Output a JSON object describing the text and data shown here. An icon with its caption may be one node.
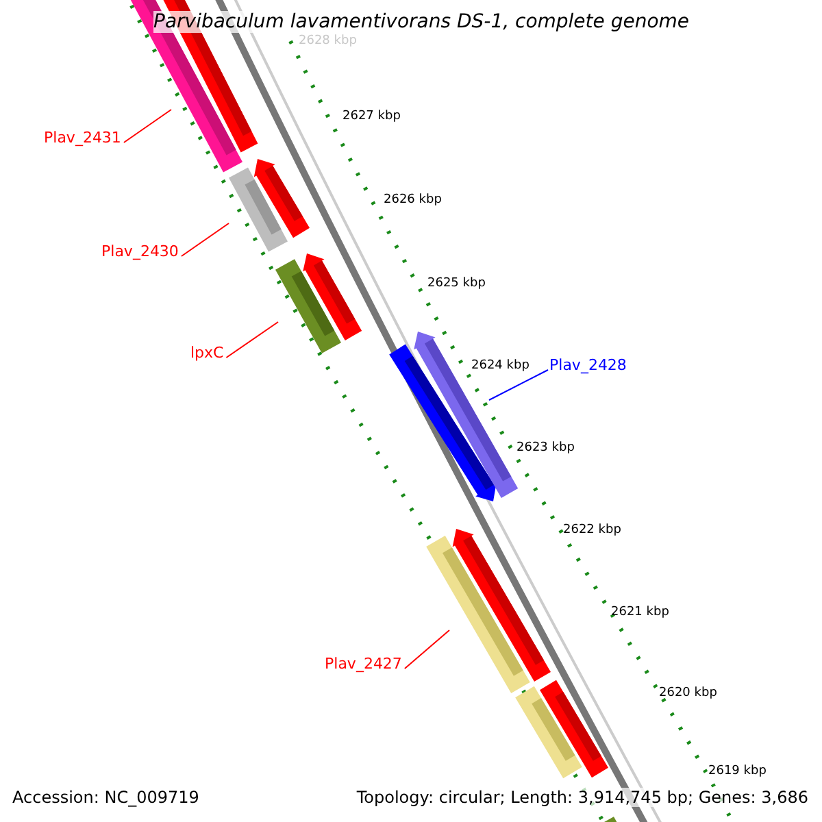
{
  "diagram": {
    "title": "Parvibaculum lavamentivorans DS-1, complete genome",
    "nodes": [
      {
        "text": [
          "Plav_2431"
        ]
      },
      {
        "text": [],
        "shape": "bar"
      },
      {
        "text": [],
        "shape": "bar"
      },
      {
        "text": [],
        "shape": "bar"
      },
      {
        "text": [
          "Plav_2430"
        ]
      },
      {
        "text": [],
        "shape": "bar"
      },
      {
        "text": [],
        "shape": "bar"
      },
      {
        "text": [
          "lpxC"
        ]
      },
      {
        "text": [],
        "shape": "bar"
      },
      {
        "text": [],
        "shape": "bar"
      },
      {
        "text": [],
        "shape": "bar"
      },
      {
        "text": [
          "Plav_2428"
        ]
      },
      {
        "text": [
          "Plav_2427"
        ]
      },
      {
        "text": [],
        "shape": "bar"
      },
      {
        "text": [],
        "shape": "bar"
      },
      {
        "text": [],
        "shape": "bar"
      },
      {
        "text": [],
        "shape": "bar"
      },
      {
        "text": [],
        "shape": "bar"
      }
    ],
    "edges": [
      {
        "from": 0,
        "to": 1,
        "arrow": "none"
      },
      {
        "from": 4,
        "to": 5,
        "arrow": "none"
      },
      {
        "from": 7,
        "to": 8,
        "arrow": "none"
      },
      {
        "from": 11,
        "to": 10,
        "arrow": "none",
        "color": "#0000ff"
      },
      {
        "from": 12,
        "to": 13,
        "arrow": "none"
      }
    ],
    "labels": [
      "2628 kbp",
      "2627 kbp",
      "2626 kbp",
      "2625 kbp",
      "2624 kbp",
      "2623 kbp",
      "2622 kbp",
      "2621 kbp",
      "2620 kbp",
      "2619 kbp",
      "Accession: NC_009719",
      "Topology: circular; Length: 3,914,745 bp; Genes: 3,686"
    ]
  }
}
